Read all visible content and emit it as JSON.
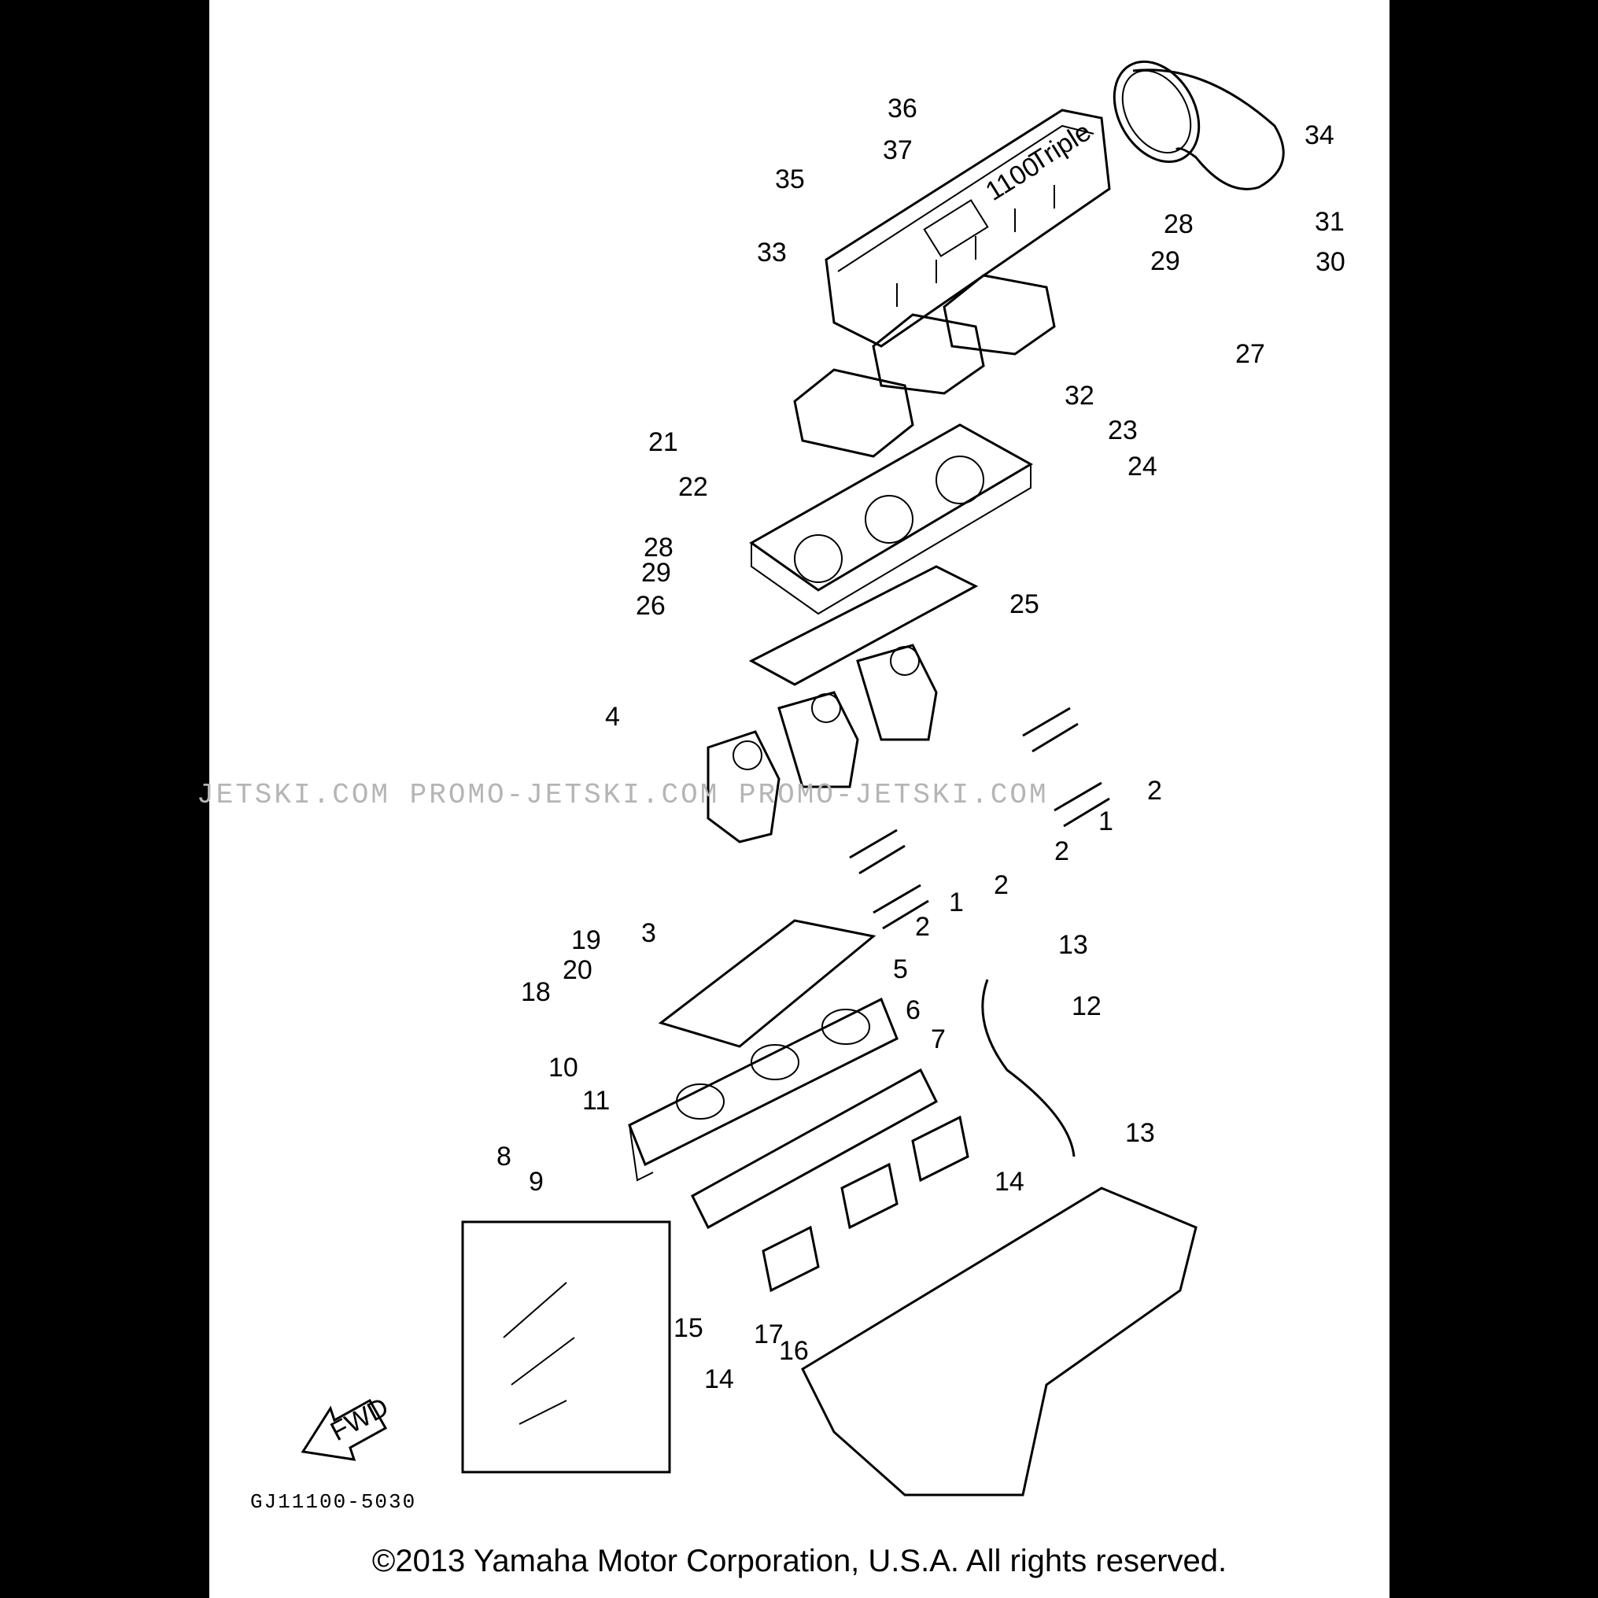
{
  "cover_badge": "1100",
  "cover_brand": "Triple",
  "fwd_label": "FWD",
  "watermark": "JETSKI.COM   PROMO-JETSKI.COM   PROMO-JETSKI.COM",
  "diagram_code": "GJ11100-5030",
  "copyright": "©2013 Yamaha Motor Corporation, U.S.A. All rights reserved.",
  "callouts": [
    {
      "key": "n1a",
      "text": "1"
    },
    {
      "key": "n1b",
      "text": "1"
    },
    {
      "key": "n2a",
      "text": "2"
    },
    {
      "key": "n2b",
      "text": "2"
    },
    {
      "key": "n2c",
      "text": "2"
    },
    {
      "key": "n2d",
      "text": "2"
    },
    {
      "key": "n3",
      "text": "3"
    },
    {
      "key": "n4",
      "text": "4"
    },
    {
      "key": "n5",
      "text": "5"
    },
    {
      "key": "n6",
      "text": "6"
    },
    {
      "key": "n7",
      "text": "7"
    },
    {
      "key": "n8",
      "text": "8"
    },
    {
      "key": "n9",
      "text": "9"
    },
    {
      "key": "n10",
      "text": "10"
    },
    {
      "key": "n11",
      "text": "11"
    },
    {
      "key": "n12",
      "text": "12"
    },
    {
      "key": "n13a",
      "text": "13"
    },
    {
      "key": "n13b",
      "text": "13"
    },
    {
      "key": "n14a",
      "text": "14"
    },
    {
      "key": "n14b",
      "text": "14"
    },
    {
      "key": "n15",
      "text": "15"
    },
    {
      "key": "n16",
      "text": "16"
    },
    {
      "key": "n17",
      "text": "17"
    },
    {
      "key": "n18",
      "text": "18"
    },
    {
      "key": "n19",
      "text": "19"
    },
    {
      "key": "n20",
      "text": "20"
    },
    {
      "key": "n21",
      "text": "21"
    },
    {
      "key": "n22",
      "text": "22"
    },
    {
      "key": "n23",
      "text": "23"
    },
    {
      "key": "n24",
      "text": "24"
    },
    {
      "key": "n25",
      "text": "25"
    },
    {
      "key": "n26",
      "text": "26"
    },
    {
      "key": "n27",
      "text": "27"
    },
    {
      "key": "n28a",
      "text": "28"
    },
    {
      "key": "n28b",
      "text": "28"
    },
    {
      "key": "n29a",
      "text": "29"
    },
    {
      "key": "n29b",
      "text": "29"
    },
    {
      "key": "n30",
      "text": "30"
    },
    {
      "key": "n31",
      "text": "31"
    },
    {
      "key": "n32",
      "text": "32"
    },
    {
      "key": "n33",
      "text": "33"
    },
    {
      "key": "n34",
      "text": "34"
    },
    {
      "key": "n35",
      "text": "35"
    },
    {
      "key": "n36",
      "text": "36"
    },
    {
      "key": "n37",
      "text": "37"
    }
  ]
}
